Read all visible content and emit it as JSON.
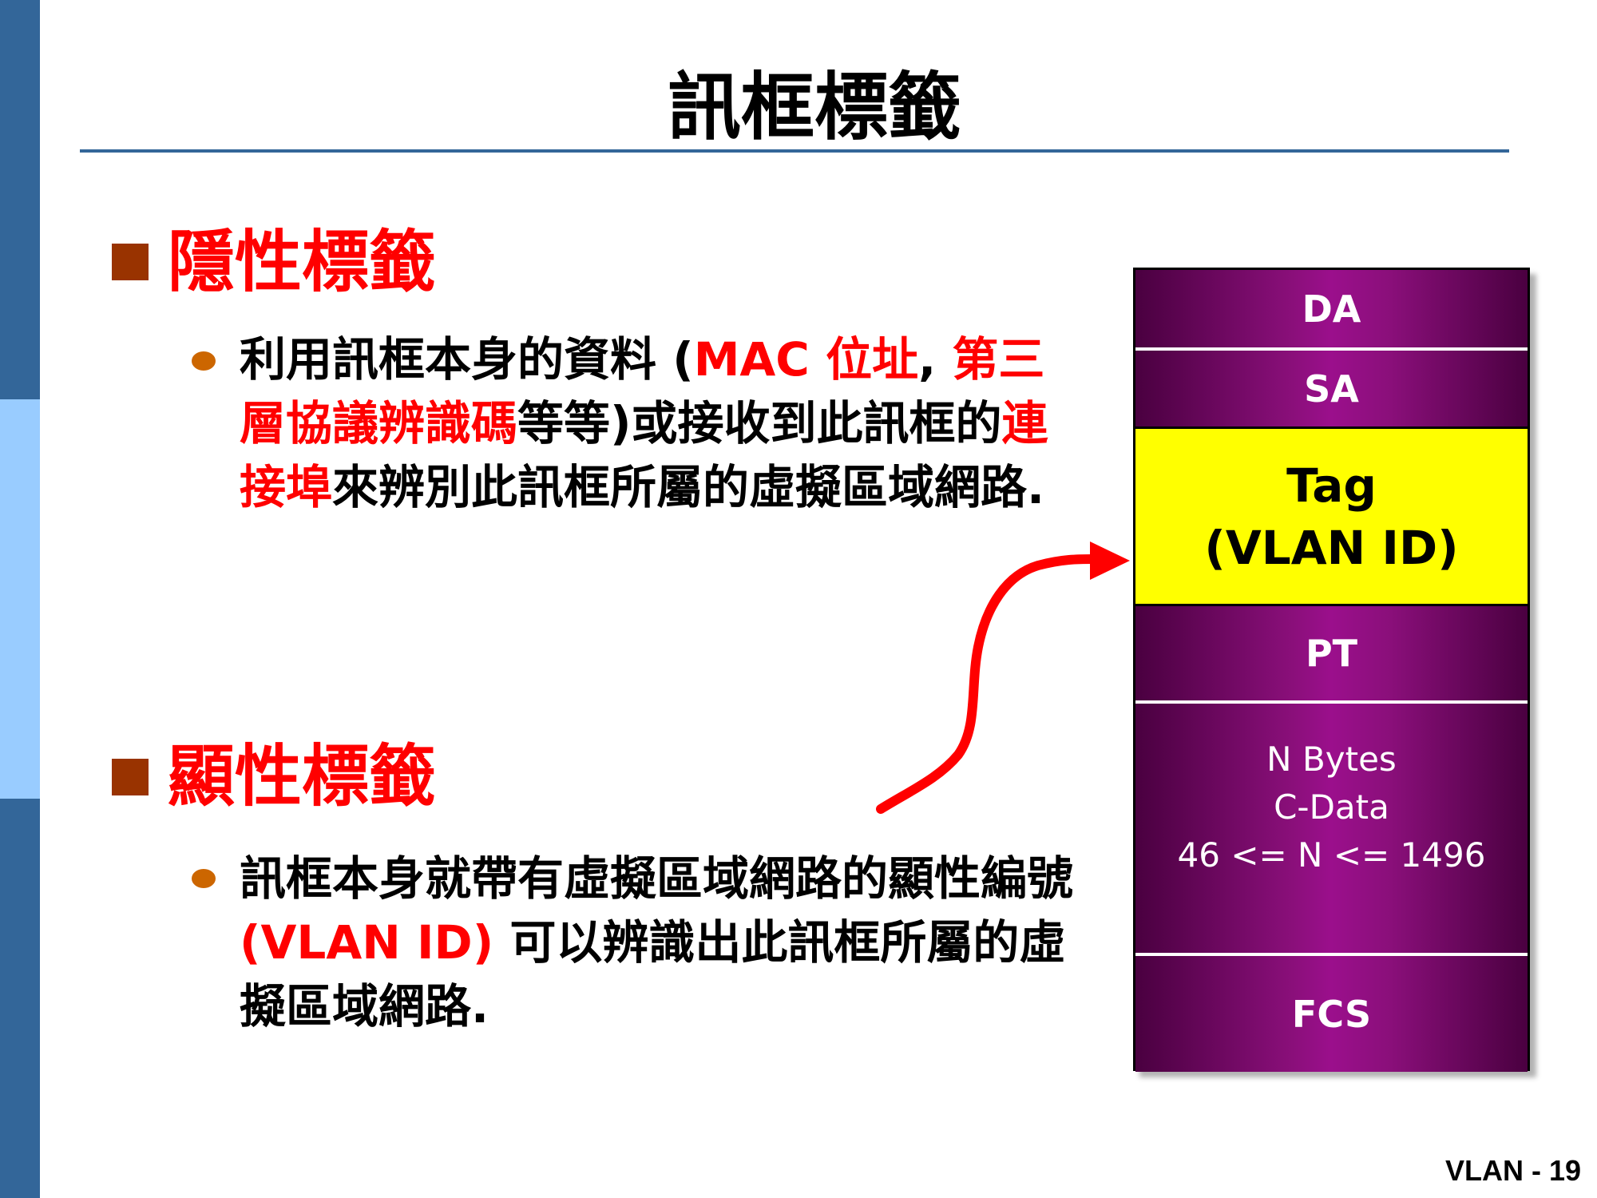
{
  "slide": {
    "title": "訊框標籤",
    "page_number": "VLAN - 19",
    "colors": {
      "accent": "#336699",
      "heading": "#ff0000",
      "bullet_square": "#993300",
      "bullet_dot": "#cc6600",
      "tag_fill": "#ffff00",
      "frame_fill": "#8a0f7a"
    },
    "sections": [
      {
        "heading": "隱性標籤",
        "body": [
          {
            "text": "利用訊框本身的資料 (",
            "red": false
          },
          {
            "text": "MAC 位址",
            "red": true
          },
          {
            "text": ", ",
            "red": false
          },
          {
            "text": "第三層協議辨識碼",
            "red": true
          },
          {
            "text": "等等)或接收到此訊框的",
            "red": false
          },
          {
            "text": "連接埠",
            "red": true
          },
          {
            "text": "來辨別此訊框所屬的虛擬區域網路.",
            "red": false
          }
        ]
      },
      {
        "heading": "顯性標籤",
        "body": [
          {
            "text": "訊框本身就帶有虛擬區域網路的顯性編號 ",
            "red": false
          },
          {
            "text": "(VLAN ID)",
            "red": true
          },
          {
            "text": " 可以辨識出此訊框所屬的虛擬區域網路.",
            "red": false
          }
        ]
      }
    ],
    "frame_fields": {
      "da": "DA",
      "sa": "SA",
      "tag_line1": "Tag",
      "tag_line2": "(VLAN ID)",
      "pt": "PT",
      "data_line1": "N  Bytes",
      "data_line2": "C-Data",
      "data_line3": "46 <= N <= 1496",
      "fcs": "FCS"
    }
  }
}
